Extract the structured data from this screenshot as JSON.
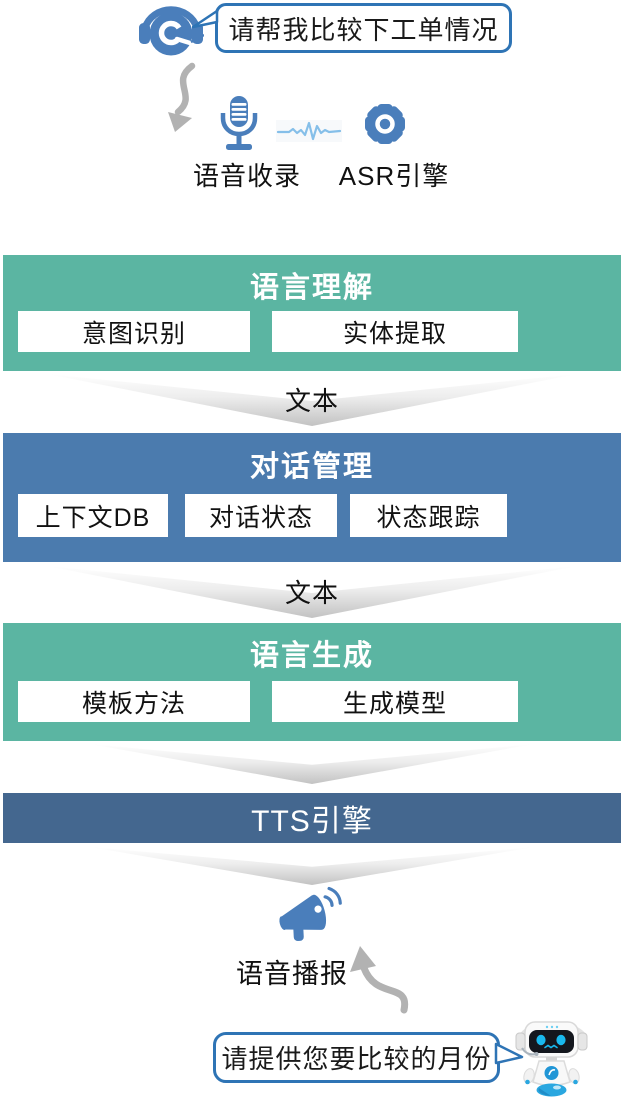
{
  "colors": {
    "teal": "#5BB5A2",
    "blue": "#4B7BAE",
    "band": "#44678F",
    "icon_blue": "#4A7EBB",
    "wave_blue": "#85BFE9",
    "bubble_border": "#2E74B5",
    "arrow_gray": "#B2B2B2"
  },
  "top": {
    "user_bubble": "请帮我比较下工单情况",
    "voice_capture_label": "语音收录",
    "asr_label": "ASR引擎"
  },
  "blocks": [
    {
      "title": "语言理解",
      "items": [
        "意图识别",
        "实体提取"
      ]
    },
    {
      "title": "对话管理",
      "items": [
        "上下文DB",
        "对话状态",
        "状态跟踪"
      ]
    },
    {
      "title": "语言生成",
      "items": [
        "模板方法",
        "生成模型"
      ]
    }
  ],
  "connector_label": "文本",
  "tts_label": "TTS引擎",
  "bottom": {
    "broadcast_label": "语音播报",
    "bot_bubble": "请提供您要比较的月份"
  }
}
